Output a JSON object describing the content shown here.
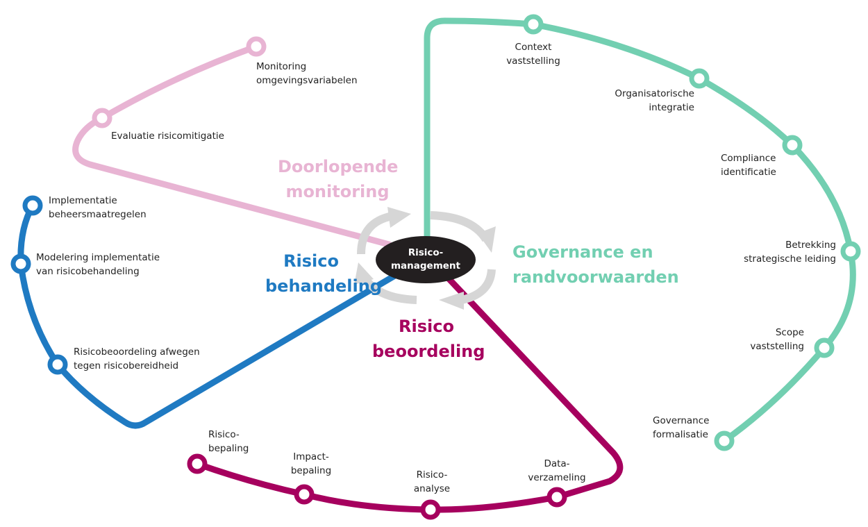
{
  "center": {
    "label": "Risico-\nmanagement"
  },
  "colors": {
    "governance": "#72cfb1",
    "monitoring": "#e8b4d3",
    "behandeling": "#1f7ac2",
    "beoordeling": "#a6005e",
    "cycle_arrows": "#d6d6d6",
    "center_fill": "#231f20",
    "label_text": "#222222"
  },
  "phases": {
    "monitoring": {
      "title": "Doorlopende\nmonitoring",
      "stations": [
        {
          "label": "Monitoring\nomgevingsvariabelen"
        },
        {
          "label": "Evaluatie risicomitigatie"
        }
      ]
    },
    "governance": {
      "title": "Governance en\nrandvoorwaarden",
      "stations": [
        {
          "label": "Context\nvaststelling"
        },
        {
          "label": "Organisatorische\nintegratie"
        },
        {
          "label": "Compliance\nidentificatie"
        },
        {
          "label": "Betrekking\nstrategische leiding"
        },
        {
          "label": "Scope\nvaststelling"
        },
        {
          "label": "Governance\nformalisatie"
        }
      ]
    },
    "beoordeling": {
      "title": "Risico\nbeoordeling",
      "stations": [
        {
          "label": "Data-\nverzameling"
        },
        {
          "label": "Risico-\nanalyse"
        },
        {
          "label": "Impact-\nbepaling"
        },
        {
          "label": "Risico-\nbepaling"
        }
      ]
    },
    "behandeling": {
      "title": "Risico\nbehandeling",
      "stations": [
        {
          "label": "Risicobeoordeling afwegen\ntegen risicobereidheid"
        },
        {
          "label": "Modelering implementatie\nvan risicobehandeling"
        },
        {
          "label": "Implementatie\nbeheersmaatregelen"
        }
      ]
    }
  }
}
